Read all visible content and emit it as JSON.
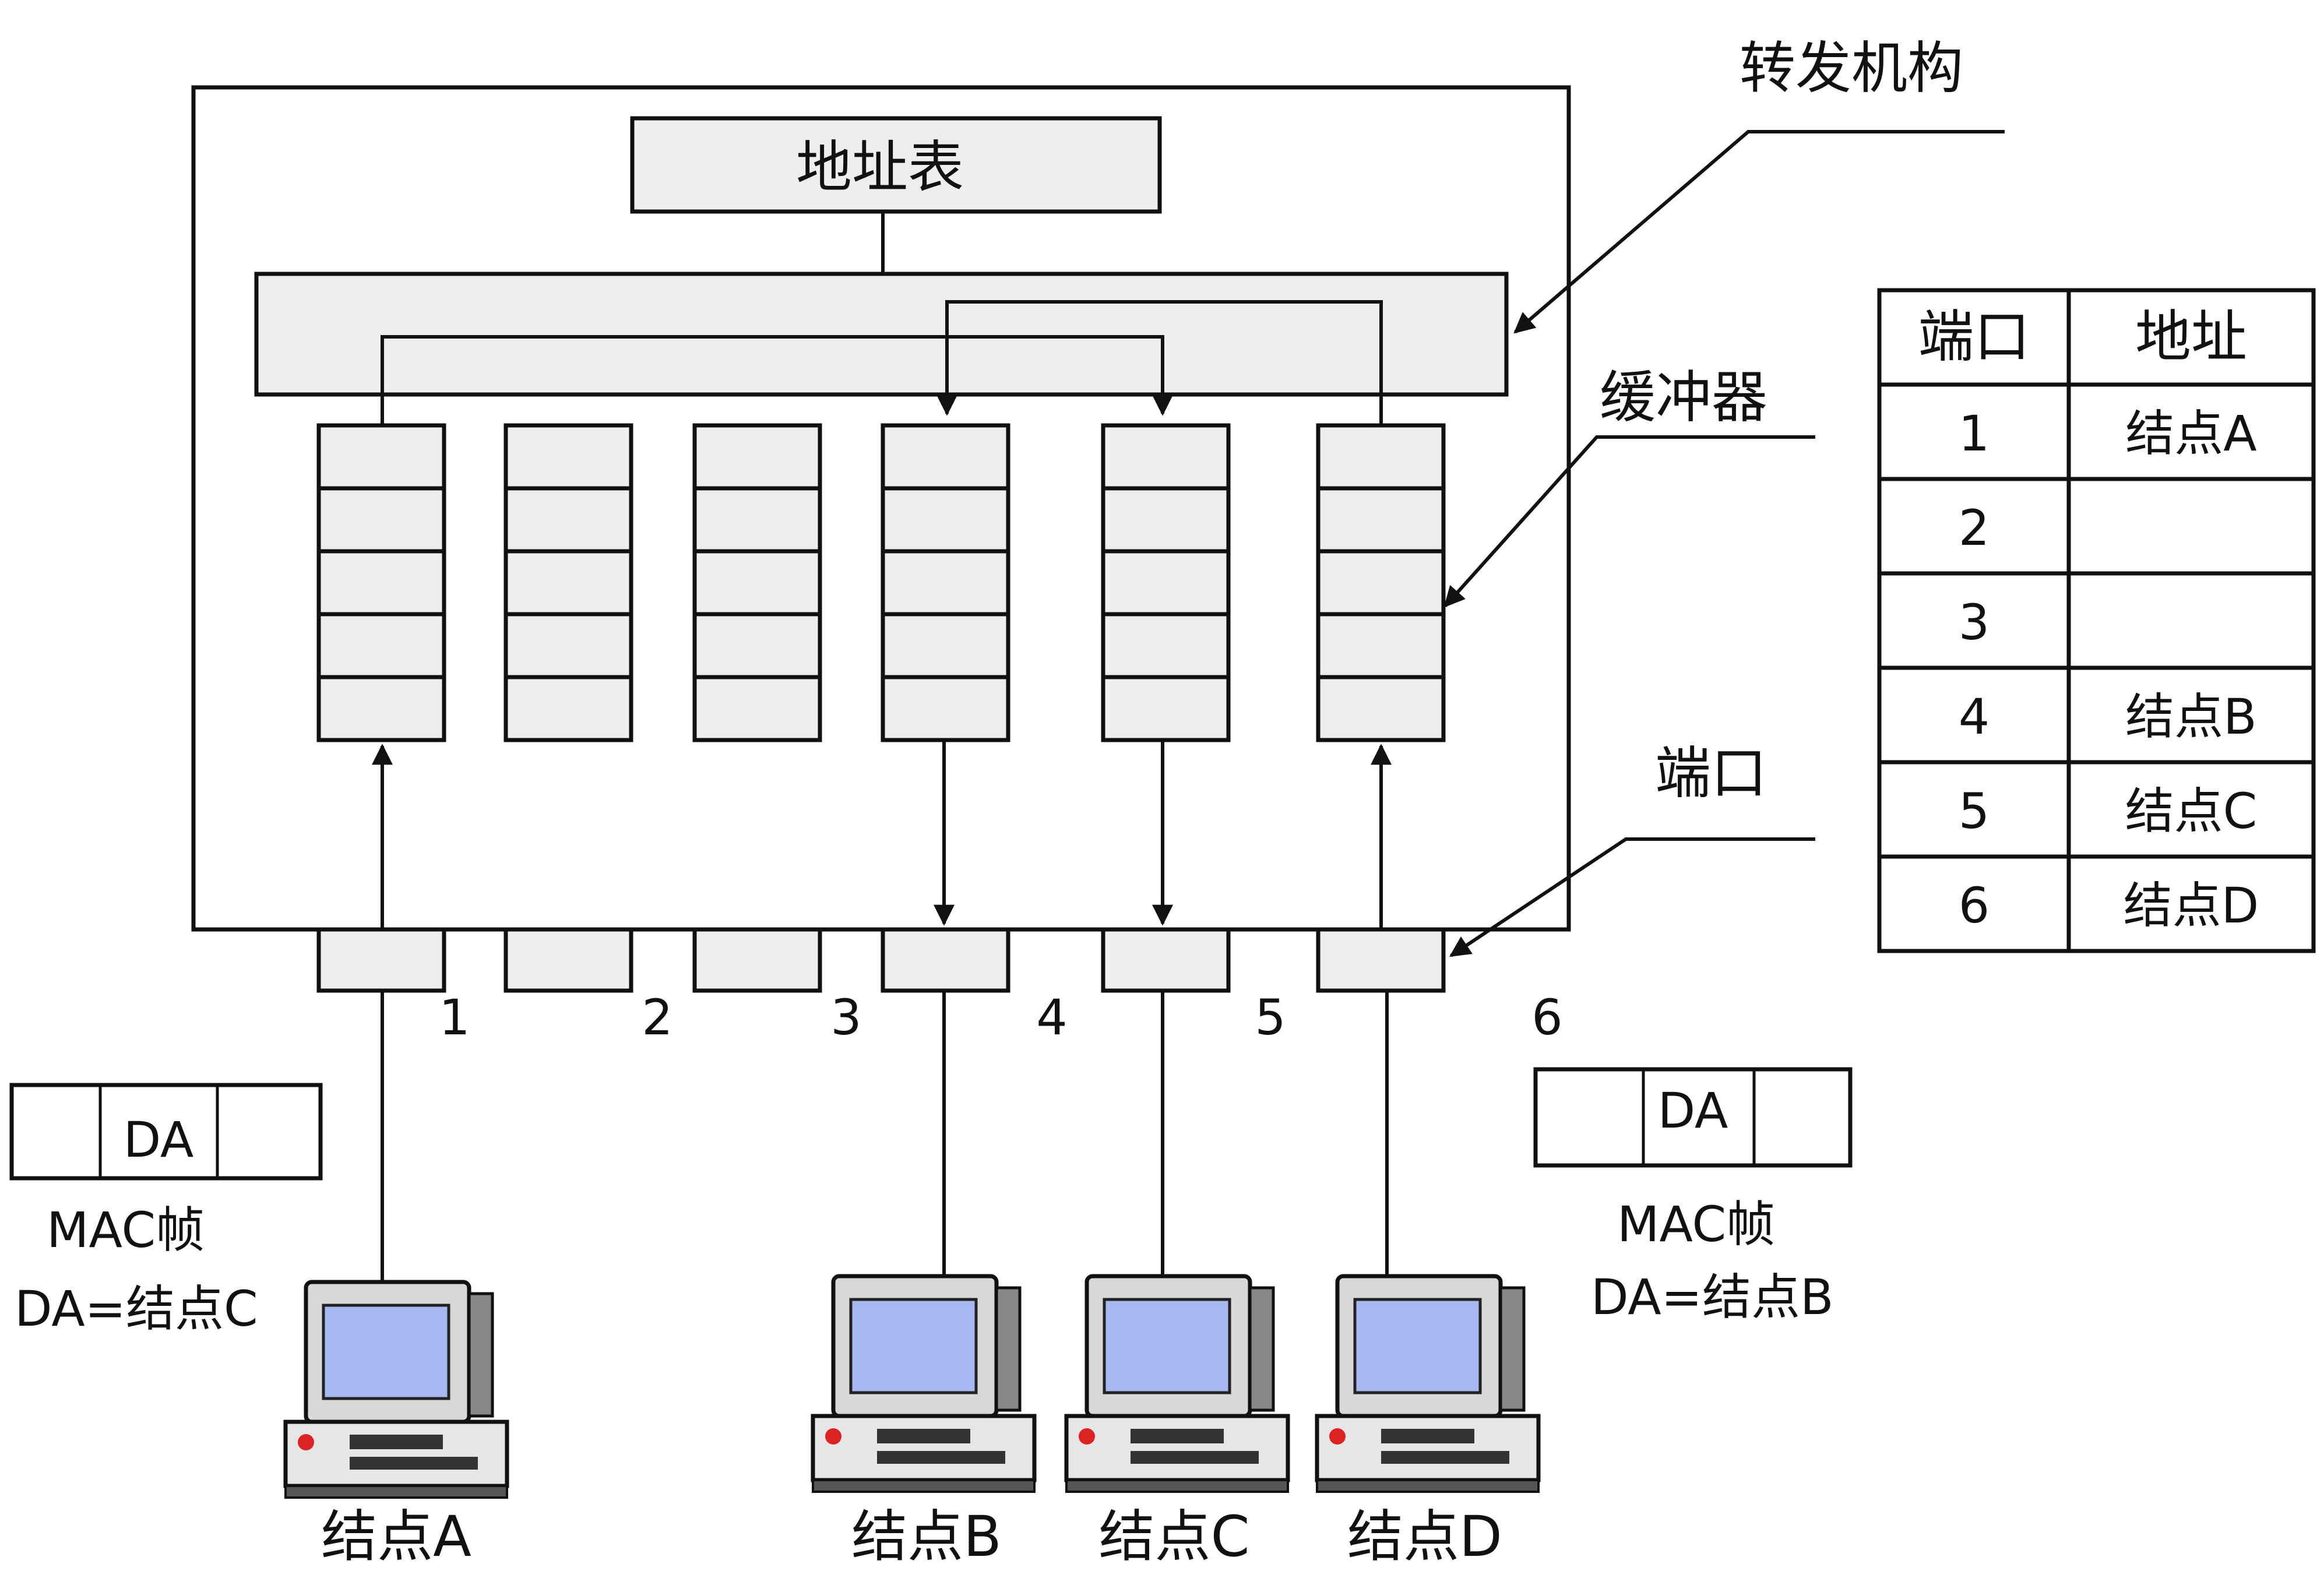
{
  "switch": {
    "address_table_label": "地址表",
    "ports": [
      "1",
      "2",
      "3",
      "4",
      "5",
      "6"
    ]
  },
  "annotations": {
    "forwarding": "转发机构",
    "buffer": "缓冲器",
    "port": "端口"
  },
  "port_table": {
    "headers": [
      "端口",
      "地址"
    ],
    "rows": [
      {
        "port": "1",
        "address": "结点A"
      },
      {
        "port": "2",
        "address": ""
      },
      {
        "port": "3",
        "address": ""
      },
      {
        "port": "4",
        "address": "结点B"
      },
      {
        "port": "5",
        "address": "结点C"
      },
      {
        "port": "6",
        "address": "结点D"
      }
    ]
  },
  "frames": {
    "left": {
      "field": "DA",
      "caption": "MAC帧",
      "target": "DA=结点C"
    },
    "right": {
      "field": "DA",
      "caption": "MAC帧",
      "target": "DA=结点B"
    }
  },
  "nodes": [
    "结点A",
    "结点B",
    "结点C",
    "结点D"
  ]
}
